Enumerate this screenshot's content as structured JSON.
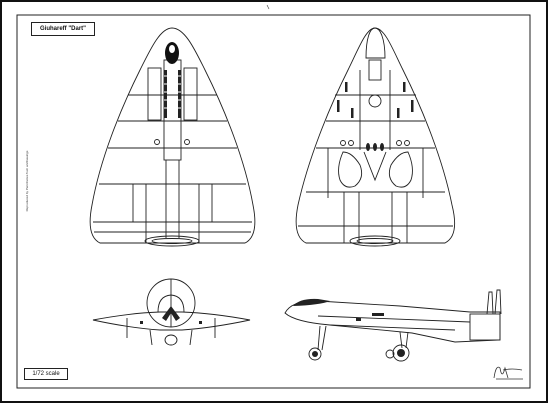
{
  "drawing": {
    "title": "Giuhareff \"Dart\"",
    "scale_label": "1/72 scale",
    "side_note": "Reproduced by Pencilnotes from art/drawings"
  },
  "views": [
    "top-view",
    "bottom-view",
    "front-view",
    "side-view"
  ],
  "colors": {
    "line": "#222222",
    "paper": "#ffffff",
    "dark": "#111111"
  }
}
